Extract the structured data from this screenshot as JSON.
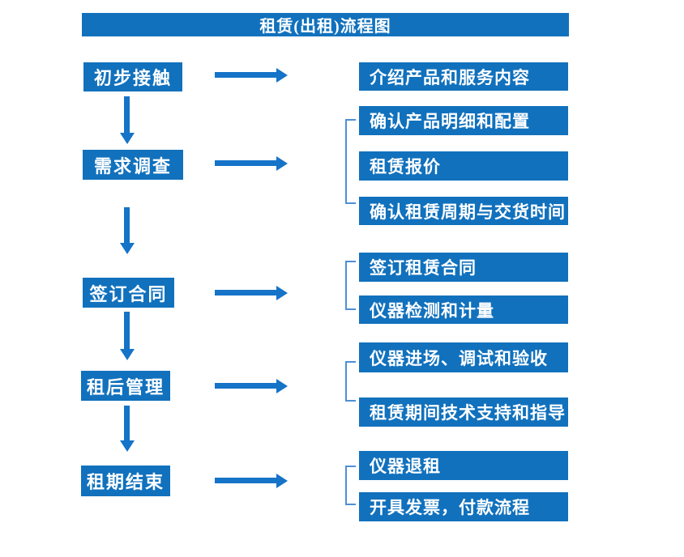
{
  "header": {
    "title": "租赁(出租)流程图"
  },
  "flow": {
    "stages": [
      {
        "label": "初步接触",
        "details": [
          "介绍产品和服务内容"
        ]
      },
      {
        "label": "需求调查",
        "details": [
          "确认产品明细和配置",
          "租赁报价",
          "确认租赁周期与交货时间"
        ]
      },
      {
        "label": "签订合同",
        "details": [
          "签订租赁合同",
          "仪器检测和计量"
        ]
      },
      {
        "label": "租后管理",
        "details": [
          "仪器进场、调试和验收",
          "租赁期间技术支持和指导"
        ]
      },
      {
        "label": "租期结束",
        "details": [
          "仪器退租",
          "开具发票，付款流程"
        ]
      }
    ]
  },
  "colors": {
    "accent_blue": "#1171BD",
    "arrow_blue": "#1573C8",
    "bracket_blue": "#4E8FD5",
    "text_color": "#FFFFFF",
    "background": "#FFFFFF"
  }
}
